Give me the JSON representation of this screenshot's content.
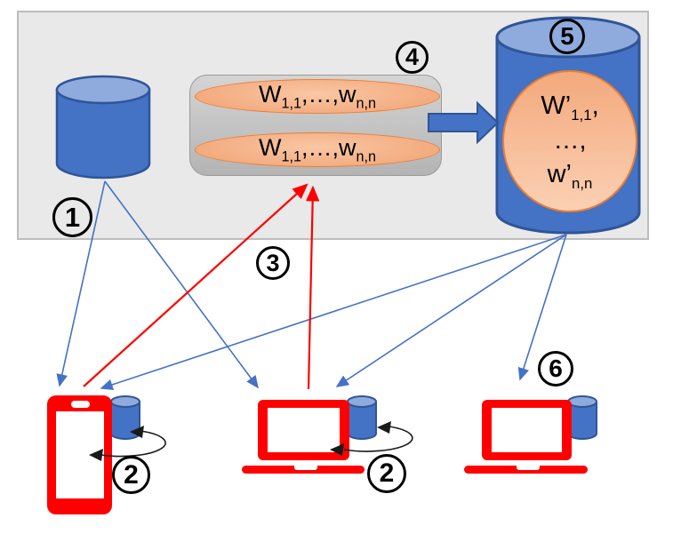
{
  "markers": [
    {
      "id": "1",
      "label": "1"
    },
    {
      "id": "2-phone",
      "label": "2"
    },
    {
      "id": "2-laptop",
      "label": "2"
    },
    {
      "id": "3",
      "label": "3"
    },
    {
      "id": "4",
      "label": "4"
    },
    {
      "id": "5",
      "label": "5"
    },
    {
      "id": "6",
      "label": "6"
    }
  ],
  "staging_box": {
    "rows": [
      {
        "w": "W",
        "sub1": "1,1",
        "mid": ",…,w",
        "sub2": "n,n"
      },
      {
        "w": "W",
        "sub1": "1,1",
        "mid": ",…,w",
        "sub2": "n,n"
      }
    ]
  },
  "server_db": {
    "lines": [
      {
        "main": "W’",
        "sub": "1,1",
        "trail": ","
      },
      {
        "main": "…,",
        "sub": "",
        "trail": ""
      },
      {
        "main": "w’",
        "sub": "n,n",
        "trail": ""
      }
    ]
  },
  "icons": {
    "source_database": "database-cylinder-icon",
    "server_database": "database-cylinder-icon",
    "local_database": "database-cylinder-icon",
    "phone": "smartphone-icon",
    "laptop": "laptop-icon",
    "aggregate_arrow": "block-arrow-right-icon",
    "training_loop": "cycle-arrow-icon"
  },
  "colors": {
    "stage_gray": "#E9E9E9",
    "staging_box_gray": "#C4C4C4",
    "db_blue": "#4472C4",
    "db_blue_top": "#8FAADC",
    "db_blue_border": "#2F5597",
    "orange_fill": "#F4B183",
    "orange_border": "#ED7D31",
    "device_red": "#FF0000",
    "arrow_blue": "#4472C4",
    "arrow_red": "#FF0000",
    "arrow_black": "#1A1A1A"
  }
}
